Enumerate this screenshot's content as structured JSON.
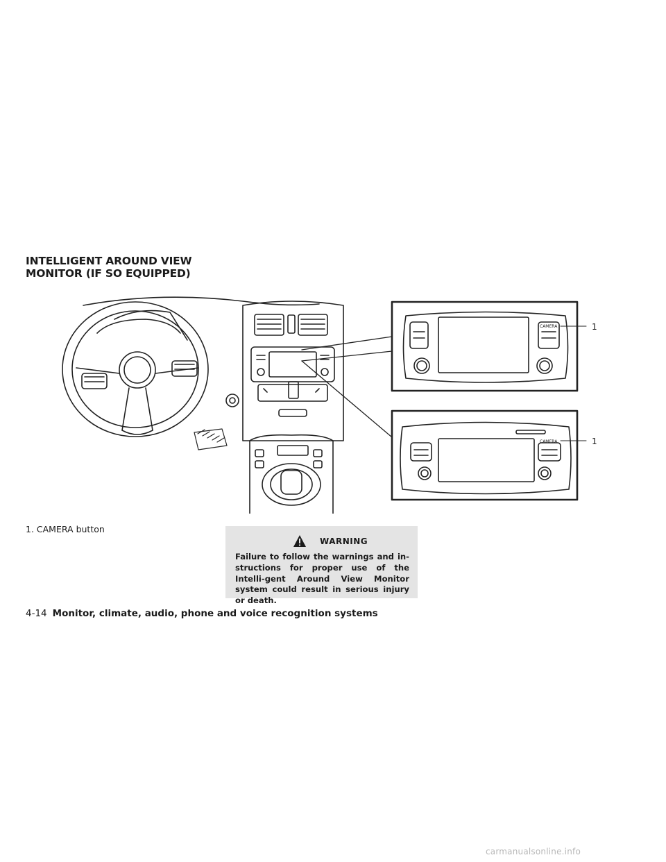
{
  "section": {
    "title_line1": "INTELLIGENT AROUND VIEW",
    "title_line2": "MONITOR (IF SO EQUIPPED)"
  },
  "figure": {
    "callouts": [
      "1",
      "1"
    ],
    "button_label": "CAMERA"
  },
  "caption": "1.  CAMERA button",
  "warning": {
    "label": "WARNING",
    "text": "Failure to follow the warnings and in-structions for proper use of the Intelli-gent Around View Monitor system could result in serious injury or death."
  },
  "footer": {
    "page_number": "4-14",
    "chapter_title": "Monitor, climate, audio, phone and voice recognition systems"
  },
  "watermark": "carmanualsonline.info"
}
